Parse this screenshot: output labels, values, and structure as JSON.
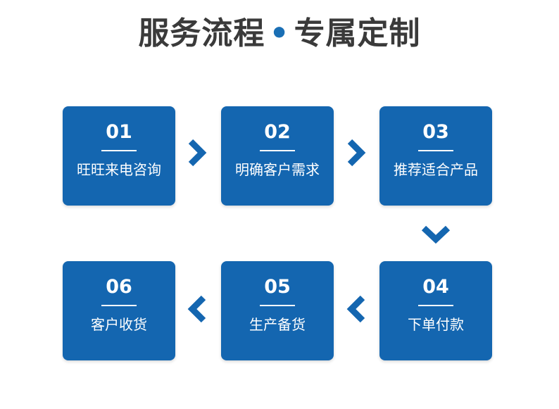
{
  "title": {
    "left": "服务流程",
    "separator": "•",
    "right": "专属定制"
  },
  "steps": [
    {
      "number": "01",
      "label": "旺旺来电咨询"
    },
    {
      "number": "02",
      "label": "明确客户需求"
    },
    {
      "number": "03",
      "label": "推荐适合产品"
    },
    {
      "number": "04",
      "label": "下单付款"
    },
    {
      "number": "05",
      "label": "生产备货"
    },
    {
      "number": "06",
      "label": "客户收货"
    }
  ],
  "colors": {
    "box": "#1466b0",
    "arrow": "#1466b0",
    "title": "#3a3a3a"
  },
  "icons": {
    "arrow_right": "chevron-right-icon",
    "arrow_down": "chevron-down-icon",
    "arrow_left": "chevron-left-icon"
  }
}
